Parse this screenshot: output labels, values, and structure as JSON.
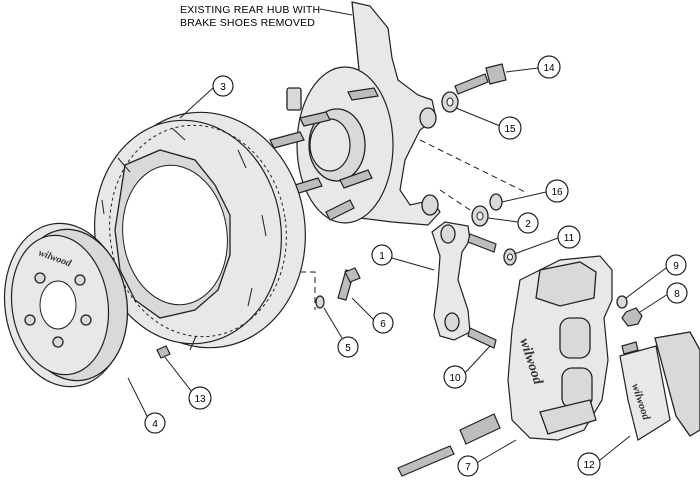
{
  "header_note": {
    "line1": "EXISTING REAR HUB WITH",
    "line2": "BRAKE SHOES REMOVED"
  },
  "brand_mark": "wilwood",
  "callouts": [
    {
      "number": "1",
      "part": "caliper-bracket"
    },
    {
      "number": "2",
      "part": "washer"
    },
    {
      "number": "3",
      "part": "rotor"
    },
    {
      "number": "4",
      "part": "hat"
    },
    {
      "number": "5",
      "part": "small-washer"
    },
    {
      "number": "6",
      "part": "rotor-bolt"
    },
    {
      "number": "7",
      "part": "caliper"
    },
    {
      "number": "8",
      "part": "nut"
    },
    {
      "number": "9",
      "part": "lock-washer"
    },
    {
      "number": "10",
      "part": "bracket-stud"
    },
    {
      "number": "11",
      "part": "spacer-washer"
    },
    {
      "number": "12",
      "part": "brake-pads"
    },
    {
      "number": "13",
      "part": "hat-nut"
    },
    {
      "number": "14",
      "part": "mounting-bolt"
    },
    {
      "number": "15",
      "part": "bolt-washer"
    },
    {
      "number": "16",
      "part": "shim-washer"
    }
  ]
}
